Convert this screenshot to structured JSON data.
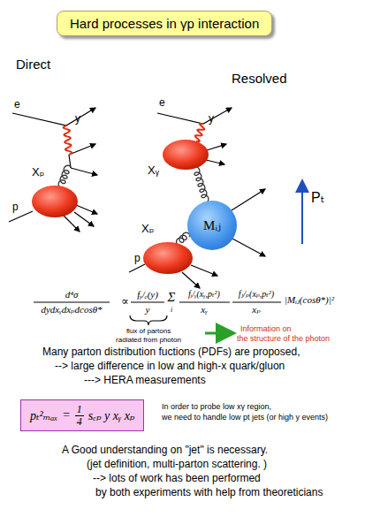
{
  "diagram": {
    "title": "Hard processes in γp interaction",
    "nodes": [
      {
        "text": [
          "Mᵢⱼ"
        ]
      },
      {
        "text": [
          "pₜ²ₘₐₓ",
          "=",
          "1",
          "4",
          "sₑₚ y xᵧ xₚ"
        ]
      }
    ],
    "labels": [
      "Direct",
      "e",
      "y",
      "Xₚ",
      "p",
      "e",
      "y",
      "Resolved",
      "Xᵧ",
      "Pₜ",
      "Xₚ",
      "p",
      "d⁴σ",
      "dydxᵧdxₚdcosθ*",
      "∝",
      "fᵧ/ₑ(y)",
      "y",
      "Σ",
      "i",
      "fᵢ/ᵧ(xᵧ,pₜ²)",
      "xᵧ",
      "fⱼ/ₚ(xₚ,pₜ²)",
      "xₚ",
      "|Mᵢⱼ(cosθ*)|²",
      "flux of partons",
      "radiated from photon",
      "Information on",
      "the structure of the photon",
      "Many parton distribution fuctions (PDFs) are proposed,",
      "--> large difference  in low and high-x quark/gluon",
      "---> HERA measurements",
      "In order to probe low xγ region,",
      "we need to handle low pt jets (or high y events)",
      "A Good understanding on \"jet\" is necessary.",
      "(jet definition, multi-parton scattering. )",
      "--> lots of work has been performed",
      "by both experiments  with help from theoreticians"
    ]
  }
}
